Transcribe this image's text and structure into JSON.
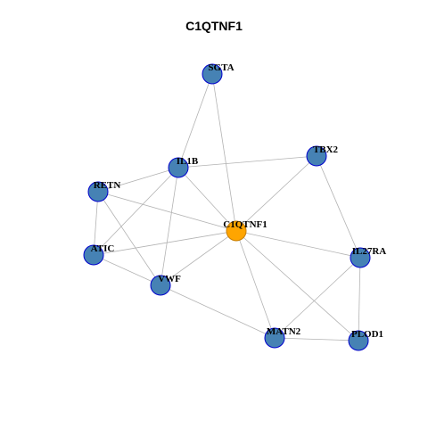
{
  "title": "C1QTNF1",
  "colors": {
    "node_fill": "#4682b4",
    "node_stroke": "#0000cd",
    "center_fill": "#ffa500",
    "center_stroke": "#c77d00",
    "edge": "#b3b3b3"
  },
  "nodes": [
    {
      "id": "SGTA",
      "label": "SGTA",
      "center": false
    },
    {
      "id": "TBX2",
      "label": "TBX2",
      "center": false
    },
    {
      "id": "IL1B",
      "label": "IL1B",
      "center": false
    },
    {
      "id": "RETN",
      "label": "RETN",
      "center": false
    },
    {
      "id": "C1QTNF1",
      "label": "C1QTNF1",
      "center": true
    },
    {
      "id": "ATIC",
      "label": "ATIC",
      "center": false
    },
    {
      "id": "IL27RA",
      "label": "IL27RA",
      "center": false
    },
    {
      "id": "VWF",
      "label": "VWF",
      "center": false
    },
    {
      "id": "MATN2",
      "label": "MATN2",
      "center": false
    },
    {
      "id": "PLOD1",
      "label": "PLOD1",
      "center": false
    }
  ],
  "edges": [
    [
      "SGTA",
      "IL1B"
    ],
    [
      "SGTA",
      "C1QTNF1"
    ],
    [
      "IL1B",
      "TBX2"
    ],
    [
      "IL1B",
      "RETN"
    ],
    [
      "IL1B",
      "ATIC"
    ],
    [
      "IL1B",
      "VWF"
    ],
    [
      "IL1B",
      "C1QTNF1"
    ],
    [
      "TBX2",
      "C1QTNF1"
    ],
    [
      "TBX2",
      "IL27RA"
    ],
    [
      "RETN",
      "C1QTNF1"
    ],
    [
      "RETN",
      "ATIC"
    ],
    [
      "RETN",
      "VWF"
    ],
    [
      "C1QTNF1",
      "ATIC"
    ],
    [
      "C1QTNF1",
      "VWF"
    ],
    [
      "C1QTNF1",
      "IL27RA"
    ],
    [
      "C1QTNF1",
      "MATN2"
    ],
    [
      "C1QTNF1",
      "PLOD1"
    ],
    [
      "ATIC",
      "VWF"
    ],
    [
      "VWF",
      "MATN2"
    ],
    [
      "IL27RA",
      "MATN2"
    ],
    [
      "IL27RA",
      "PLOD1"
    ],
    [
      "MATN2",
      "PLOD1"
    ]
  ]
}
